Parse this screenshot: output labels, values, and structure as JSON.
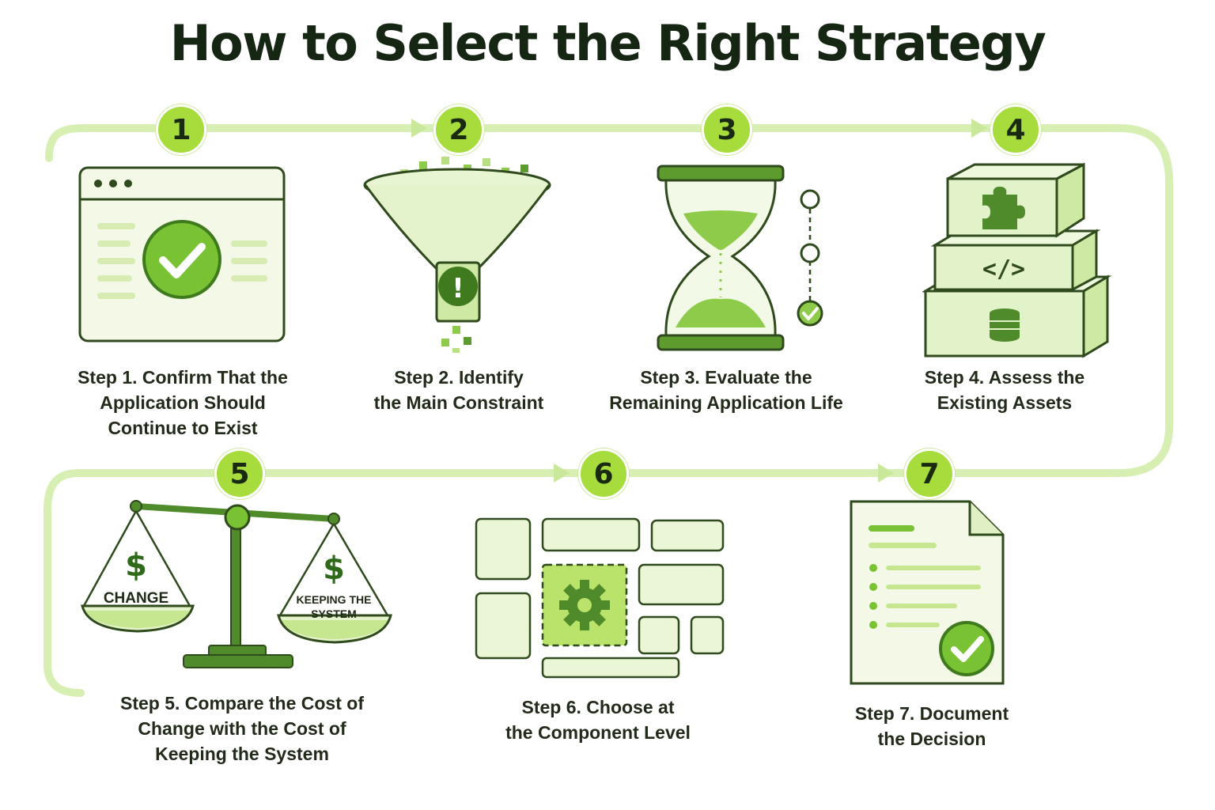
{
  "title": "How to Select the Right Strategy",
  "colors": {
    "accent": "#a6dc3c",
    "dark_green": "#4f8a2b",
    "outline": "#2f4a1c",
    "fill_light": "#f1f8e2",
    "path": "#d8efb4"
  },
  "steps": [
    {
      "number": "1",
      "label": "Step 1. Confirm That the\nApplication Should\nContinue to Exist",
      "icon": "browser-check-icon"
    },
    {
      "number": "2",
      "label": "Step 2. Identify\nthe Main Constraint",
      "icon": "funnel-alert-icon"
    },
    {
      "number": "3",
      "label": "Step 3. Evaluate the\nRemaining Application Life",
      "icon": "hourglass-icon"
    },
    {
      "number": "4",
      "label": "Step 4. Assess the\nExisting Assets",
      "icon": "stacked-boxes-icon"
    },
    {
      "number": "5",
      "label": "Step 5. Compare the Cost of\nChange with the Cost of\nKeeping the System",
      "icon": "balance-scale-icon"
    },
    {
      "number": "6",
      "label": "Step 6. Choose at\nthe Component Level",
      "icon": "component-grid-icon"
    },
    {
      "number": "7",
      "label": "Step 7. Document\nthe Decision",
      "icon": "document-check-icon"
    }
  ],
  "scale": {
    "left_symbol": "$",
    "left_label": "CHANGE",
    "right_symbol": "$",
    "right_label_1": "KEEPING THE",
    "right_label_2": "SYSTEM"
  },
  "assets_code_symbol": "</>",
  "funnel_symbol": "!"
}
